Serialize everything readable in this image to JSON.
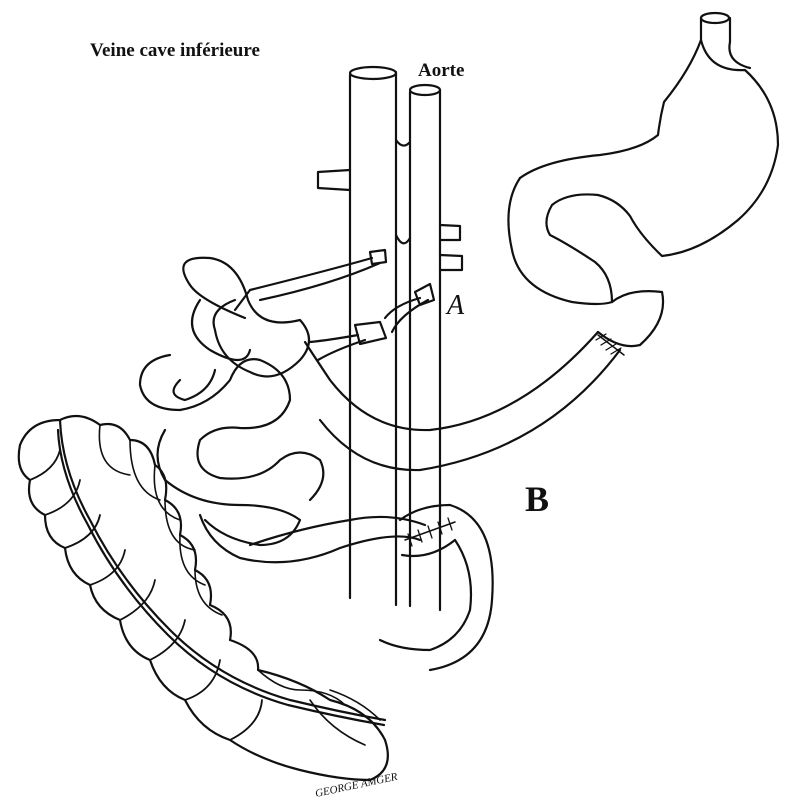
{
  "labels": {
    "ivc": "Veine cave inférieure",
    "aorta": "Aorte",
    "anastomosis_a": "A",
    "panel_b": "B",
    "signature": "GEORGE AMGER"
  },
  "colors": {
    "ink": "#111111",
    "paper": "#ffffff"
  }
}
